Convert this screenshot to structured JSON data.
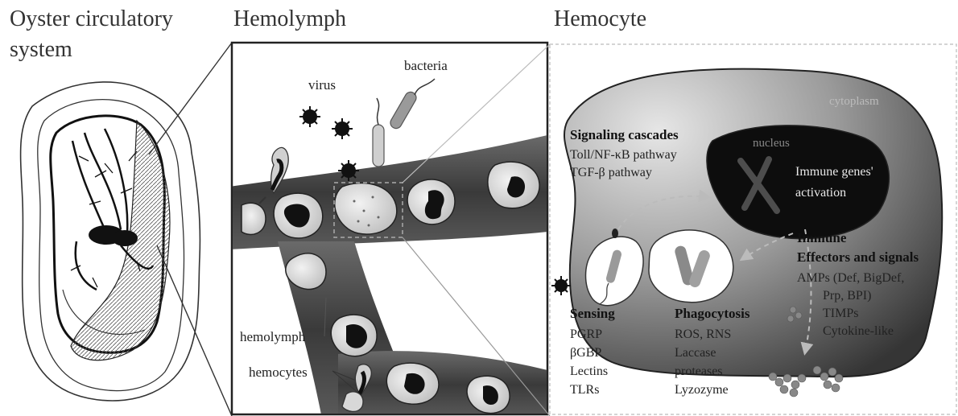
{
  "titles": {
    "panel1": "Oyster circulatory",
    "panel1_line2": "system",
    "panel2": "Hemolymph",
    "panel3": "Hemocyte"
  },
  "hemolymph_panel": {
    "virus": "virus",
    "bacteria": "bacteria",
    "hemolymph": "hemolymph",
    "hemocytes": "hemocytes"
  },
  "hemocyte_panel": {
    "cytoplasm": "cytoplasm",
    "nucleus": "nucleus",
    "immune_genes_line1": "Immune genes'",
    "immune_genes_line2": "activation",
    "signaling": {
      "heading": "Signaling cascades",
      "items": [
        "Toll/NF-κB pathway",
        "TGF-β pathway"
      ]
    },
    "effectors": {
      "heading_line1": "Immune",
      "heading_line2": "Effectors and signals",
      "items": [
        "AMPs (Def, BigDef,",
        "Prp, BPI)",
        "TIMPs",
        "Cytokine-like"
      ]
    },
    "sensing": {
      "heading": "Sensing",
      "items": [
        "PGRP",
        "βGBP",
        "Lectins",
        "TLRs"
      ]
    },
    "phagocytosis": {
      "heading": "Phagocytosis",
      "items": [
        "ROS, RNS",
        "Laccase",
        "proteases",
        "Lyzozyme"
      ]
    }
  },
  "colors": {
    "vessel": "#4a4a4a",
    "cell_body": "#d8d8d8",
    "nucleus": "#111111",
    "cytoplasm_dark": "#3c3c3c",
    "cytoplasm_light": "#dcdcdc"
  }
}
